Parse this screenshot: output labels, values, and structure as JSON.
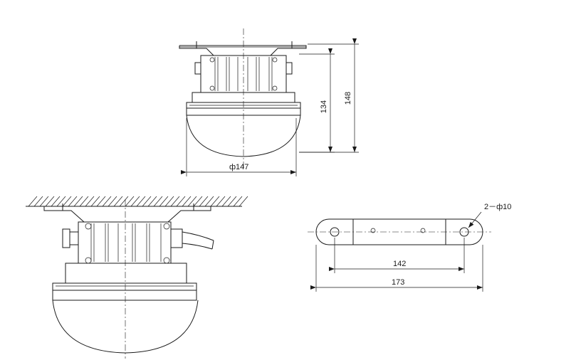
{
  "dimensions": {
    "diameter_front": "ф147",
    "height_inner": "134",
    "height_outer": "148",
    "hole_spacing": "142",
    "bracket_length": "173",
    "hole_callout": "2－ф10"
  }
}
